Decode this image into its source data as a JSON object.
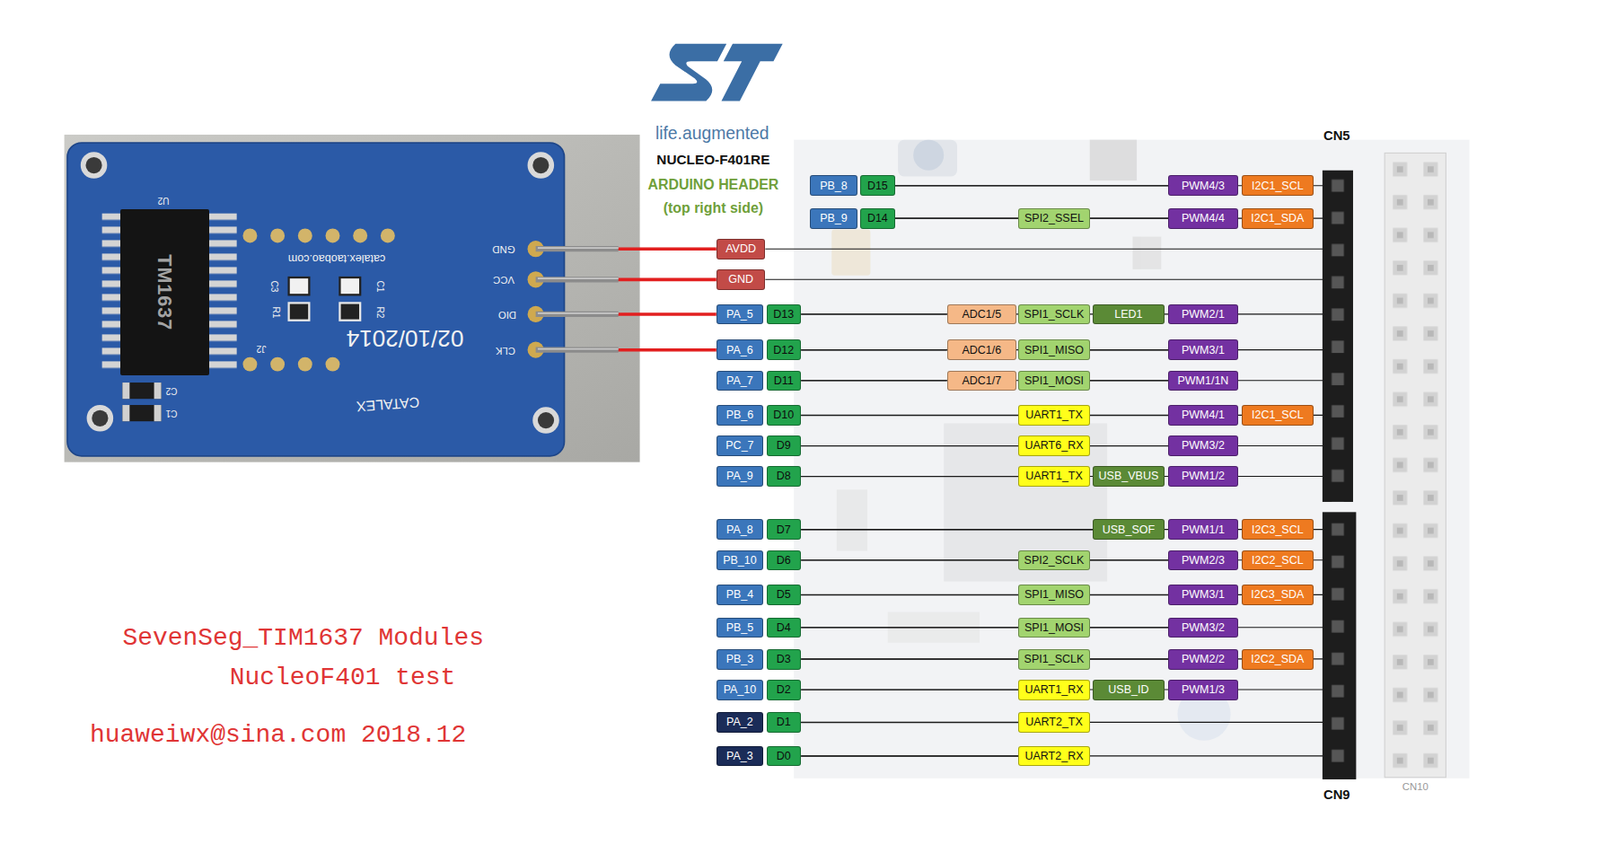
{
  "diagram": {
    "nodes": [
      {
        "text": [
          "GND",
          "VCC",
          "DIO",
          "CLK",
          "catalex.taobao.com",
          "02/10/2014",
          "CATALEX"
        ]
      },
      {
        "text": [
          "TM1637"
        ],
        "in": 0
      },
      {
        "text": [
          "PB_8"
        ]
      },
      {
        "text": [
          "D15"
        ]
      },
      {
        "text": [
          "PWM4/3"
        ]
      },
      {
        "text": [
          "I2C1_SCL"
        ]
      },
      {
        "text": [
          "PB_9"
        ]
      },
      {
        "text": [
          "D14"
        ]
      },
      {
        "text": [
          "SPI2_SSEL"
        ]
      },
      {
        "text": [
          "PWM4/4"
        ]
      },
      {
        "text": [
          "I2C1_SDA"
        ]
      },
      {
        "text": [
          "AVDD"
        ]
      },
      {
        "text": [
          "GND"
        ]
      },
      {
        "text": [
          "PA_5"
        ]
      },
      {
        "text": [
          "D13"
        ]
      },
      {
        "text": [
          "ADC1/5"
        ]
      },
      {
        "text": [
          "SPI1_SCLK"
        ]
      },
      {
        "text": [
          "LED1"
        ]
      },
      {
        "text": [
          "PWM2/1"
        ]
      },
      {
        "text": [
          "PA_6"
        ]
      },
      {
        "text": [
          "D12"
        ]
      },
      {
        "text": [
          "ADC1/6"
        ]
      },
      {
        "text": [
          "SPI1_MISO"
        ]
      },
      {
        "text": [
          "PWM3/1"
        ]
      },
      {
        "text": [
          "PA_7"
        ]
      },
      {
        "text": [
          "D11"
        ]
      },
      {
        "text": [
          "ADC1/7"
        ]
      },
      {
        "text": [
          "SPI1_MOSI"
        ]
      },
      {
        "text": [
          "PWM1/1N"
        ]
      },
      {
        "text": [
          "PB_6"
        ]
      },
      {
        "text": [
          "D10"
        ]
      },
      {
        "text": [
          "UART1_TX"
        ]
      },
      {
        "text": [
          "PWM4/1"
        ]
      },
      {
        "text": [
          "I2C1_SCL"
        ]
      },
      {
        "text": [
          "PC_7"
        ]
      },
      {
        "text": [
          "D9"
        ]
      },
      {
        "text": [
          "UART6_RX"
        ]
      },
      {
        "text": [
          "PWM3/2"
        ]
      },
      {
        "text": [
          "PA_9"
        ]
      },
      {
        "text": [
          "D8"
        ]
      },
      {
        "text": [
          "UART1_TX"
        ]
      },
      {
        "text": [
          "USB_VBUS"
        ]
      },
      {
        "text": [
          "PWM1/2"
        ]
      },
      {
        "text": [
          "PA_8"
        ]
      },
      {
        "text": [
          "D7"
        ]
      },
      {
        "text": [
          "USB_SOF"
        ]
      },
      {
        "text": [
          "PWM1/1"
        ]
      },
      {
        "text": [
          "I2C3_SCL"
        ]
      },
      {
        "text": [
          "PB_10"
        ]
      },
      {
        "text": [
          "D6"
        ]
      },
      {
        "text": [
          "SPI2_SCLK"
        ]
      },
      {
        "text": [
          "PWM2/3"
        ]
      },
      {
        "text": [
          "I2C2_SCL"
        ]
      },
      {
        "text": [
          "PB_4"
        ]
      },
      {
        "text": [
          "D5"
        ]
      },
      {
        "text": [
          "SPI1_MISO"
        ]
      },
      {
        "text": [
          "PWM3/1"
        ]
      },
      {
        "text": [
          "I2C3_SDA"
        ]
      },
      {
        "text": [
          "PB_5"
        ]
      },
      {
        "text": [
          "D4"
        ]
      },
      {
        "text": [
          "SPI1_MOSI"
        ]
      },
      {
        "text": [
          "PWM3/2"
        ]
      },
      {
        "text": [
          "PB_3"
        ]
      },
      {
        "text": [
          "D3"
        ]
      },
      {
        "text": [
          "SPI1_SCLK"
        ]
      },
      {
        "text": [
          "PWM2/2"
        ]
      },
      {
        "text": [
          "I2C2_SDA"
        ]
      },
      {
        "text": [
          "PA_10"
        ]
      },
      {
        "text": [
          "D2"
        ]
      },
      {
        "text": [
          "UART1_RX"
        ]
      },
      {
        "text": [
          "USB_ID"
        ]
      },
      {
        "text": [
          "PWM1/3"
        ]
      },
      {
        "text": [
          "PA_2"
        ]
      },
      {
        "text": [
          "D1"
        ]
      },
      {
        "text": [
          "UART2_TX"
        ]
      },
      {
        "text": [
          "PA_3"
        ]
      },
      {
        "text": [
          "D0"
        ]
      },
      {
        "text": [
          "UART2_RX"
        ]
      }
    ],
    "edges": [
      {
        "from": 0,
        "to": 11,
        "arrow": "none"
      },
      {
        "from": 0,
        "to": 12,
        "arrow": "none"
      },
      {
        "from": 0,
        "to": 13,
        "arrow": "none"
      },
      {
        "from": 0,
        "to": 19,
        "arrow": "none"
      },
      {
        "from": 3,
        "to": 4,
        "arrow": "none"
      },
      {
        "from": 7,
        "to": 8,
        "arrow": "none"
      },
      {
        "from": 8,
        "to": 9,
        "arrow": "none"
      },
      {
        "from": 14,
        "to": 15,
        "arrow": "none"
      },
      {
        "from": 20,
        "to": 21,
        "arrow": "none"
      },
      {
        "from": 22,
        "to": 23,
        "arrow": "none"
      },
      {
        "from": 25,
        "to": 26,
        "arrow": "none"
      },
      {
        "from": 27,
        "to": 28,
        "arrow": "none"
      },
      {
        "from": 30,
        "to": 31,
        "arrow": "none"
      },
      {
        "from": 31,
        "to": 32,
        "arrow": "none"
      },
      {
        "from": 35,
        "to": 36,
        "arrow": "none"
      },
      {
        "from": 36,
        "to": 37,
        "arrow": "none"
      },
      {
        "from": 39,
        "to": 40,
        "arrow": "none"
      },
      {
        "from": 44,
        "to": 45,
        "arrow": "none"
      },
      {
        "from": 49,
        "to": 50,
        "arrow": "none"
      },
      {
        "from": 50,
        "to": 51,
        "arrow": "none"
      },
      {
        "from": 54,
        "to": 55,
        "arrow": "none"
      },
      {
        "from": 55,
        "to": 56,
        "arrow": "none"
      },
      {
        "from": 59,
        "to": 60,
        "arrow": "none"
      },
      {
        "from": 60,
        "to": 61,
        "arrow": "none"
      },
      {
        "from": 63,
        "to": 64,
        "arrow": "none"
      },
      {
        "from": 64,
        "to": 65,
        "arrow": "none"
      },
      {
        "from": 68,
        "to": 69,
        "arrow": "none"
      },
      {
        "from": 73,
        "to": 74,
        "arrow": "none"
      },
      {
        "from": 76,
        "to": 77,
        "arrow": "none"
      }
    ],
    "labels": [
      "life.augmented",
      "NUCLEO-F401RE",
      "ARDUINO HEADER",
      "(top right side)",
      "CN5",
      "CN9",
      "CN10",
      "U2",
      "C3",
      "C1",
      "R1",
      "R2",
      "J2",
      "C2",
      "C1",
      "SevenSeg_TIM1637 Modules",
      "NucleoF401 test",
      "huaweiwx@sina.com 2018.12"
    ]
  }
}
